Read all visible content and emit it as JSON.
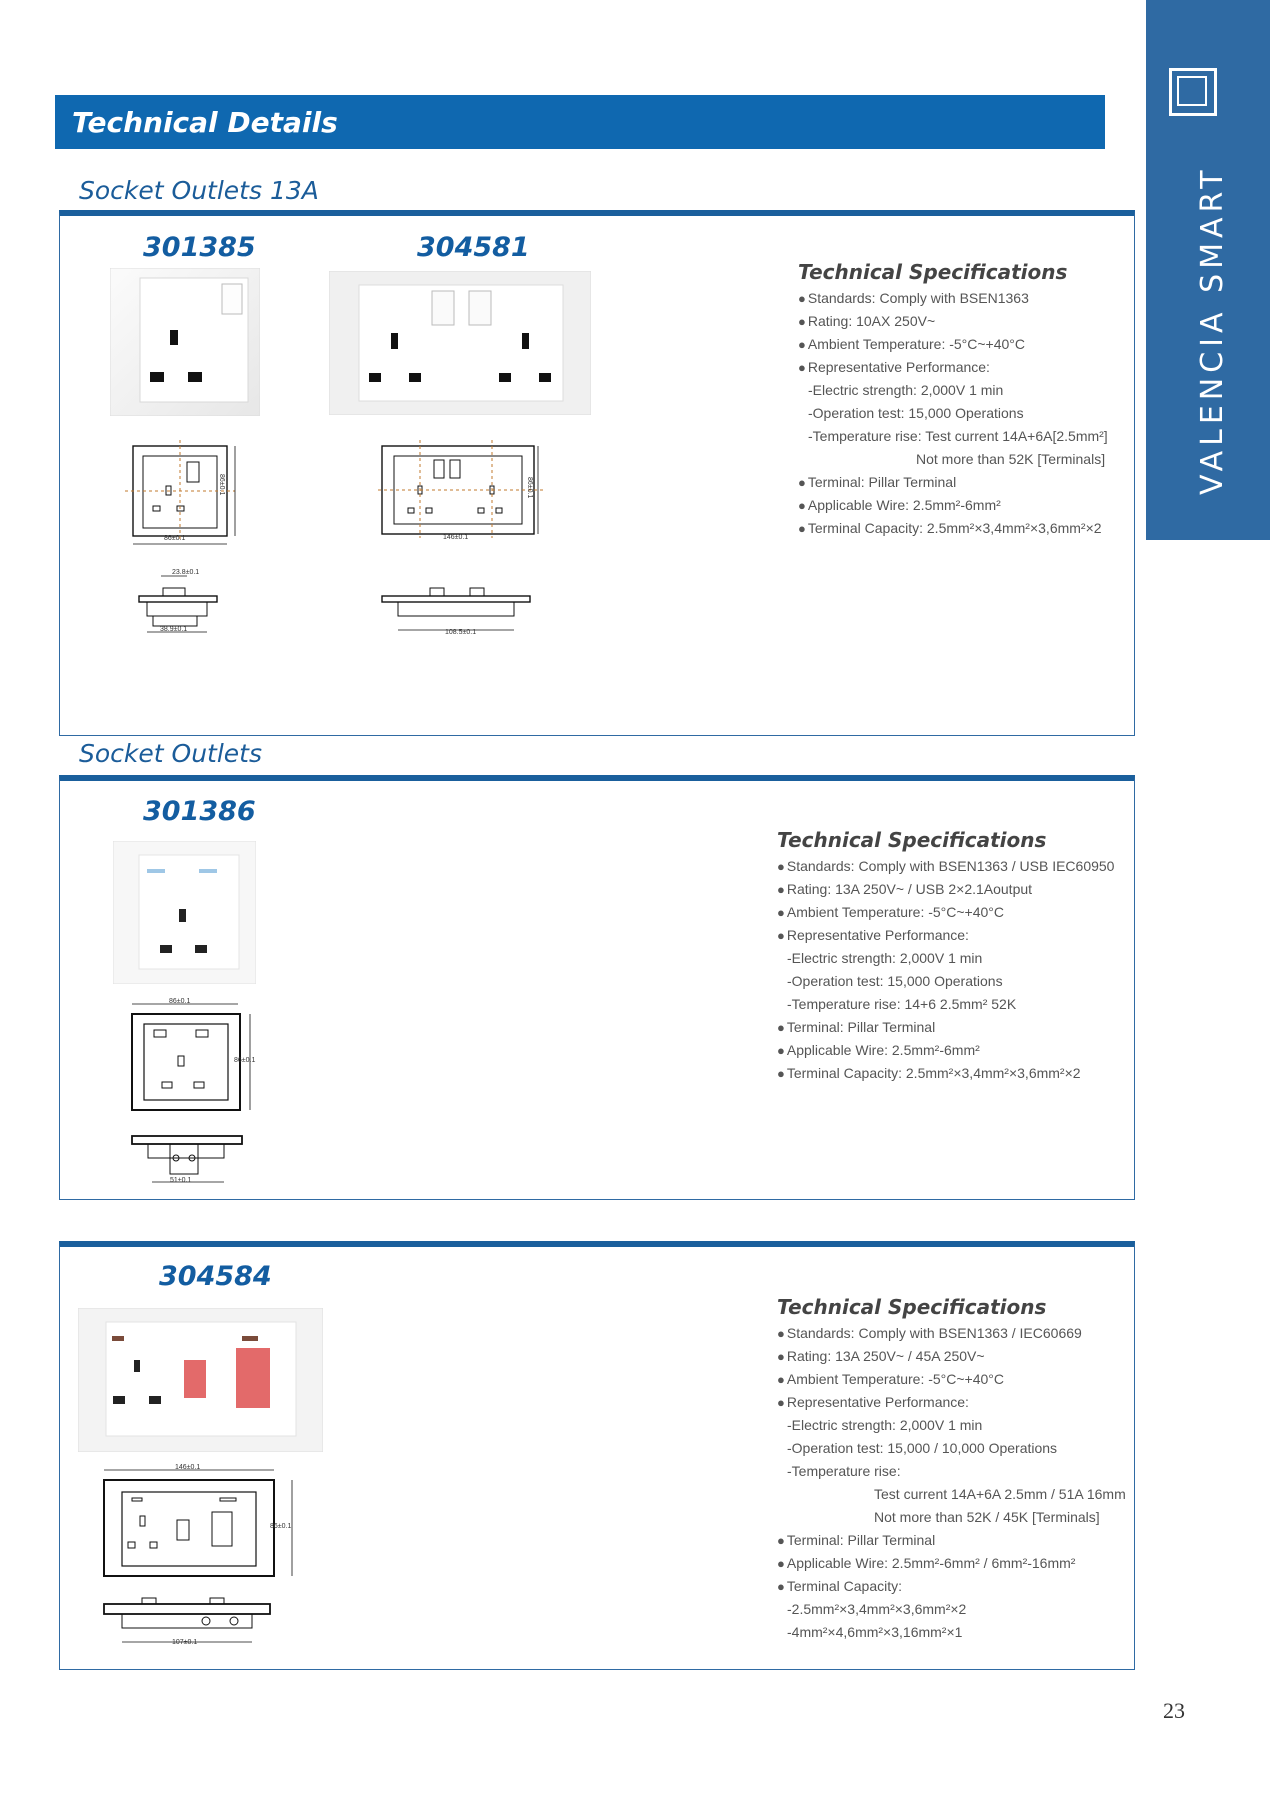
{
  "sidebar": {
    "brand_text": "VALENCIA SMART"
  },
  "header": {
    "title": "Technical Details"
  },
  "sections": [
    {
      "title": "Socket Outlets 13A"
    },
    {
      "title": "Socket Outlets"
    }
  ],
  "products": {
    "p301385": {
      "code": "301385"
    },
    "p304581": {
      "code": "304581"
    },
    "p301386": {
      "code": "301386"
    },
    "p304584": {
      "code": "304584"
    }
  },
  "specs1": {
    "title": "Technical Specifications",
    "lines": [
      "Standards: Comply with BSEN1363",
      "Rating: 10AX 250V~",
      "Ambient Temperature: -5°C~+40°C",
      "Representative Performance:",
      "-Electric strength: 2,000V 1 min",
      "-Operation test: 15,000 Operations",
      "-Temperature rise: Test current 14A+6A[2.5mm²]",
      "Not more than 52K [Terminals]",
      "Terminal: Pillar Terminal",
      "Applicable Wire: 2.5mm²-6mm²",
      "Terminal Capacity: 2.5mm²×3,4mm²×3,6mm²×2"
    ]
  },
  "specs2": {
    "title": "Technical Specifications",
    "lines": [
      "Standards: Comply with BSEN1363 / USB IEC60950",
      "Rating: 13A 250V~ / USB 2×2.1Aoutput",
      "Ambient Temperature: -5°C~+40°C",
      "Representative Performance:",
      "-Electric strength: 2,000V 1 min",
      "-Operation test: 15,000 Operations",
      "-Temperature rise: 14+6 2.5mm² 52K",
      "Terminal: Pillar Terminal",
      "Applicable Wire: 2.5mm²-6mm²",
      "Terminal Capacity: 2.5mm²×3,4mm²×3,6mm²×2"
    ]
  },
  "specs3": {
    "title": "Technical Specifications",
    "lines": [
      "Standards: Comply with BSEN1363 / IEC60669",
      "Rating: 13A 250V~ / 45A 250V~",
      "Ambient Temperature: -5°C~+40°C",
      "Representative Performance:",
      "-Electric strength: 2,000V 1 min",
      "-Operation test: 15,000 / 10,000  Operations",
      "-Temperature rise:",
      "Test current 14A+6A 2.5mm / 51A 16mm",
      "Not more than 52K / 45K [Terminals]",
      "Terminal: Pillar Terminal",
      "Applicable Wire: 2.5mm²-6mm² / 6mm²-16mm²",
      "Terminal Capacity:",
      "-2.5mm²×3,4mm²×3,6mm²×2",
      "-4mm²×4,6mm²×3,16mm²×1"
    ]
  },
  "dims": {
    "d301385_h": "86±0.1",
    "d301385_w": "86±0.1",
    "d301385_top": "23.8±0.1",
    "d301385_bottom": "38.9±0.1",
    "d304581_w": "146±0.1",
    "d304581_h": "86±0.1",
    "d304581_bottom": "108.5±0.1",
    "d301386_w": "86±0.1",
    "d301386_h": "86±0.1",
    "d301386_bottom": "51±0.1",
    "d304584_w": "146±0.1",
    "d304584_h": "86±0.1",
    "d304584_bottom": "107±0.1"
  },
  "page_number": "23"
}
